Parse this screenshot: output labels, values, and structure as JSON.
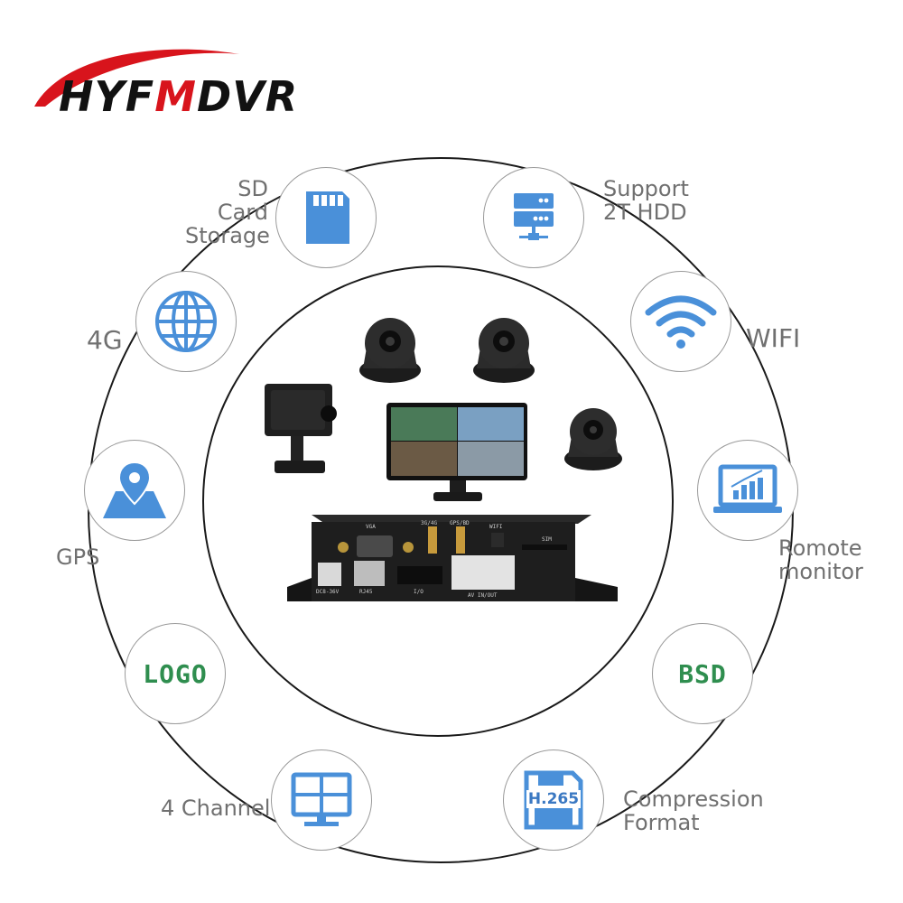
{
  "brand": {
    "prefix": "HYF",
    "highlight": "M",
    "suffix": "DVR",
    "accent_color": "#d8141c"
  },
  "features": {
    "sd_card": {
      "line1": "SD Card",
      "line2": "Storage",
      "icon": "sd-card-icon"
    },
    "hdd": {
      "line1": "Support",
      "line2": "2T HDD",
      "icon": "server-icon"
    },
    "network_4g": {
      "label": "4G",
      "icon": "globe-icon"
    },
    "wifi": {
      "label": "WIFI",
      "icon": "wifi-icon"
    },
    "gps": {
      "label": "GPS",
      "icon": "map-pin-icon"
    },
    "remote": {
      "line1": "Romote",
      "line2": "monitor",
      "icon": "laptop-chart-icon"
    },
    "logo": {
      "label": "LOGO",
      "color": "#2f8e4f"
    },
    "bsd": {
      "label": "BSD",
      "color": "#2f8e4f"
    },
    "channel": {
      "label": "4 Channel",
      "icon": "monitor-grid-icon"
    },
    "compression": {
      "line1": "Compression",
      "line2": "Format",
      "badge": "H.265",
      "icon": "floppy-disk-icon"
    }
  },
  "colors": {
    "icon_blue": "#4a90d9",
    "label_gray": "#707070",
    "ring_gray": "#1a1a1a"
  },
  "dvr_panel": {
    "top_labels": {
      "vga": "VGA",
      "g4": "3G/4G",
      "gps": "GPS/BD",
      "wifi": "WIFI",
      "sim": "SIM"
    },
    "bottom_labels": {
      "power": "DC8-36V",
      "rj45": "RJ45",
      "io": "I/O",
      "av": "AV IN/OUT"
    }
  }
}
